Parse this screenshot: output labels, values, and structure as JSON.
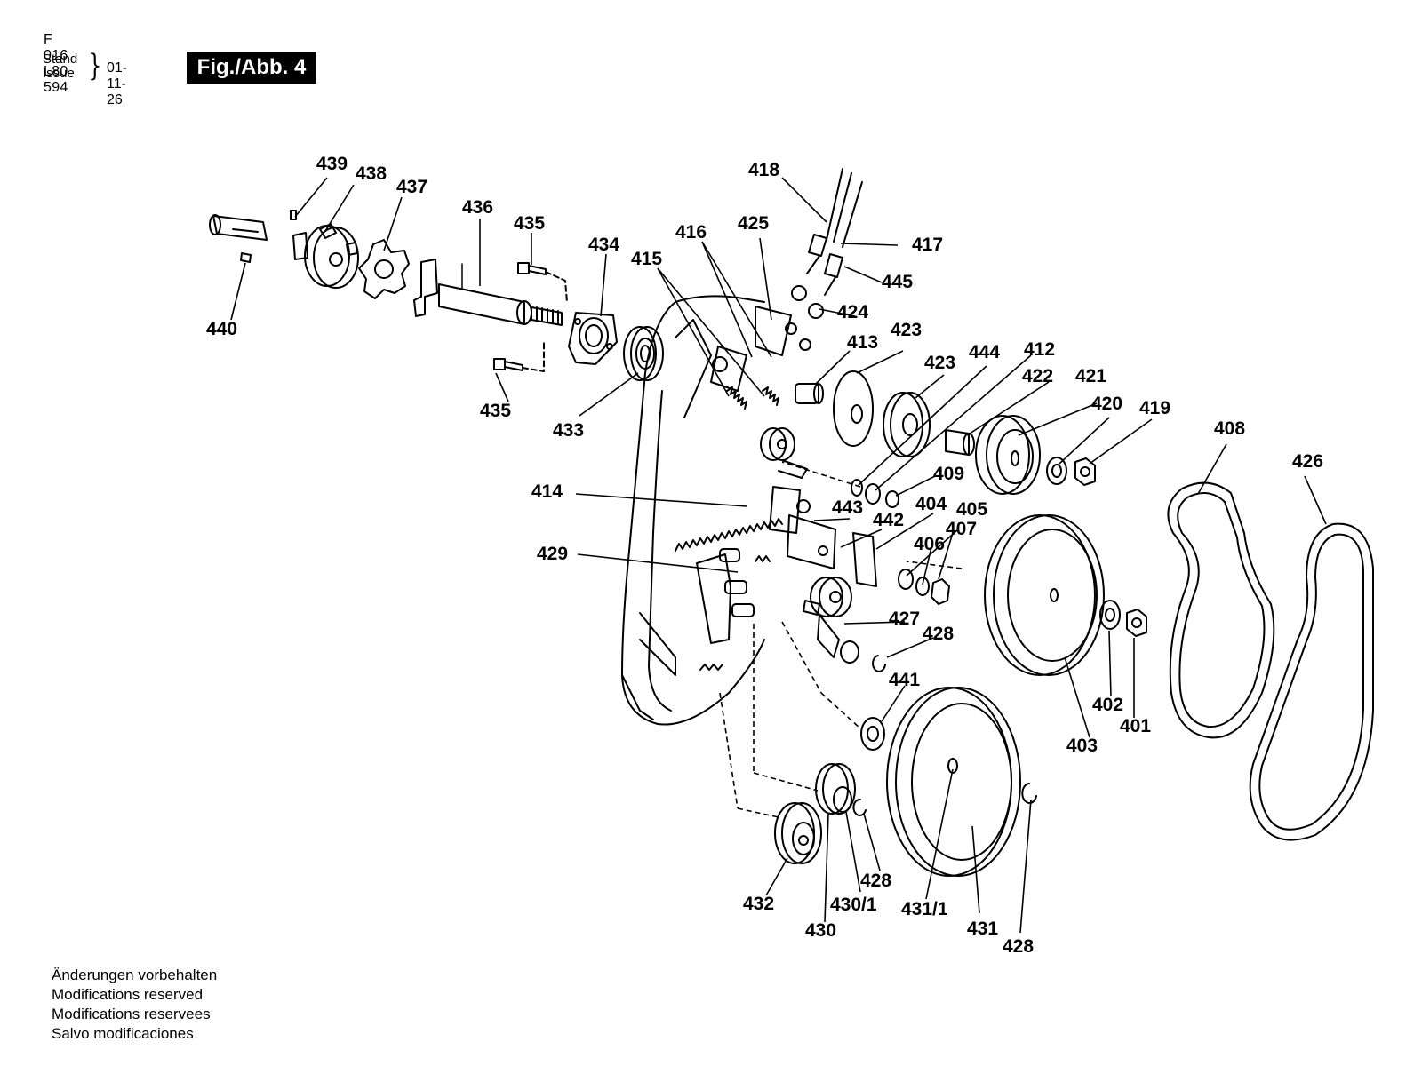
{
  "header": {
    "doc_number": "F 016 L80 594",
    "stand_label": "Stand",
    "issue_label": "Issue",
    "brace": "}",
    "date": "01-11-26",
    "figure_label": "Fig./Abb. 4"
  },
  "callouts": {
    "c439": "439",
    "c438": "438",
    "c437": "437",
    "c436": "436",
    "c435a": "435",
    "c435b": "435",
    "c434": "434",
    "c433": "433",
    "c440": "440",
    "c418": "418",
    "c417": "417",
    "c445": "445",
    "c416": "416",
    "c425": "425",
    "c415": "415",
    "c424": "424",
    "c413": "413",
    "c423a": "423",
    "c423b": "423",
    "c444": "444",
    "c412": "412",
    "c422": "422",
    "c421": "421",
    "c420": "420",
    "c419": "419",
    "c408": "408",
    "c426": "426",
    "c409": "409",
    "c414": "414",
    "c443": "443",
    "c442": "442",
    "c404": "404",
    "c405": "405",
    "c406": "406",
    "c407": "407",
    "c429": "429",
    "c427": "427",
    "c428a": "428",
    "c441": "441",
    "c402": "402",
    "c401": "401",
    "c403": "403",
    "c432": "432",
    "c430": "430",
    "c4301": "430/1",
    "c428b": "428",
    "c4311": "431/1",
    "c431": "431",
    "c428c": "428"
  },
  "footer": {
    "lines": [
      "Änderungen vorbehalten",
      "Modifications reserved",
      "Modifications reservees",
      "Salvo modificaciones"
    ]
  }
}
